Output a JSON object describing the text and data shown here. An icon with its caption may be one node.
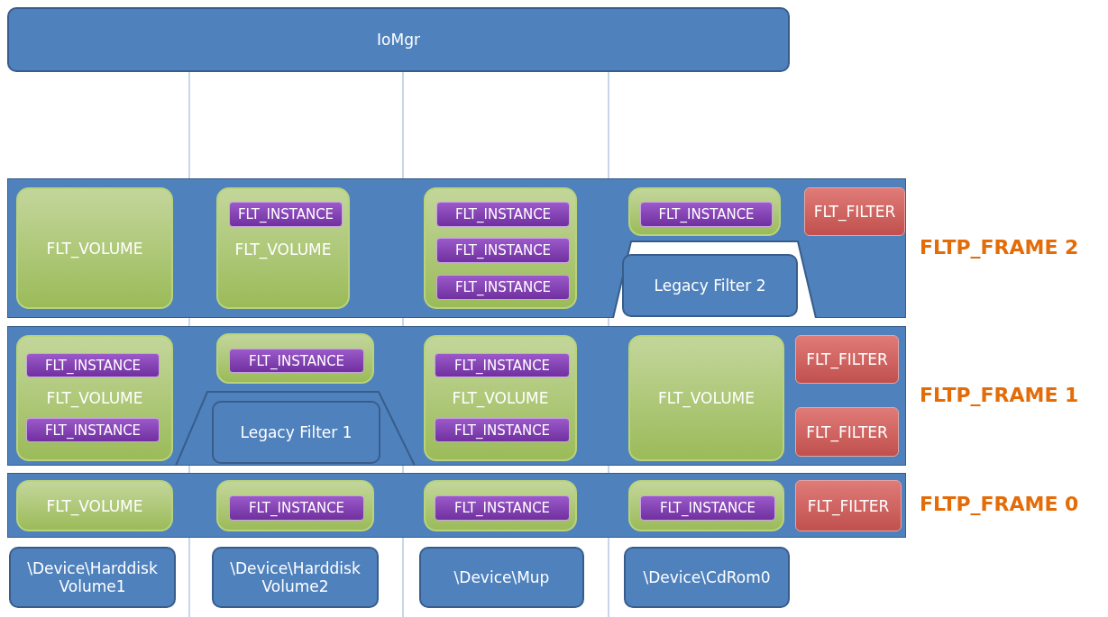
{
  "diagram": {
    "nodes": [
      {
        "text": [
          "IoMgr"
        ]
      },
      {
        "text": [
          "FLTP_FRAME 2"
        ]
      },
      {
        "text": [
          "FLT_VOLUME"
        ],
        "in": 1
      },
      {
        "text": [
          "FLT_VOLUME"
        ],
        "in": 1
      },
      {
        "text": [
          "FLT_INSTANCE"
        ],
        "in": 3
      },
      {
        "text": [],
        "shape": "box",
        "in": 1
      },
      {
        "text": [
          "FLT_INSTANCE"
        ],
        "in": 5
      },
      {
        "text": [
          "FLT_INSTANCE"
        ],
        "in": 5
      },
      {
        "text": [
          "FLT_INSTANCE"
        ],
        "in": 5
      },
      {
        "text": [],
        "shape": "box",
        "in": 1
      },
      {
        "text": [
          "FLT_INSTANCE"
        ],
        "in": 9
      },
      {
        "text": [
          "Legacy Filter 2"
        ],
        "in": 1
      },
      {
        "text": [
          "FLT_FILTER"
        ],
        "in": 1
      },
      {
        "text": [
          "FLTP_FRAME 1"
        ]
      },
      {
        "text": [
          "FLT_VOLUME"
        ],
        "in": 13
      },
      {
        "text": [
          "FLT_INSTANCE"
        ],
        "in": 14
      },
      {
        "text": [
          "FLT_INSTANCE"
        ],
        "in": 14
      },
      {
        "text": [],
        "shape": "box",
        "in": 13
      },
      {
        "text": [
          "FLT_INSTANCE"
        ],
        "in": 17
      },
      {
        "text": [
          "Legacy Filter 1"
        ],
        "in": 13
      },
      {
        "text": [
          "FLT_VOLUME"
        ],
        "in": 13
      },
      {
        "text": [
          "FLT_INSTANCE"
        ],
        "in": 20
      },
      {
        "text": [
          "FLT_INSTANCE"
        ],
        "in": 20
      },
      {
        "text": [
          "FLT_VOLUME"
        ],
        "in": 13
      },
      {
        "text": [
          "FLT_FILTER"
        ],
        "in": 13
      },
      {
        "text": [
          "FLT_FILTER"
        ],
        "in": 13
      },
      {
        "text": [
          "FLTP_FRAME 0"
        ]
      },
      {
        "text": [
          "FLT_VOLUME"
        ],
        "in": 26
      },
      {
        "text": [],
        "shape": "box",
        "in": 26
      },
      {
        "text": [
          "FLT_INSTANCE"
        ],
        "in": 28
      },
      {
        "text": [],
        "shape": "box",
        "in": 26
      },
      {
        "text": [
          "FLT_INSTANCE"
        ],
        "in": 30
      },
      {
        "text": [],
        "shape": "box",
        "in": 26
      },
      {
        "text": [
          "FLT_INSTANCE"
        ],
        "in": 32
      },
      {
        "text": [
          "FLT_FILTER"
        ],
        "in": 26
      },
      {
        "text": [
          "\\Device\\Harddisk Volume1"
        ]
      },
      {
        "text": [
          "\\Device\\Harddisk Volume2"
        ]
      },
      {
        "text": [
          "\\Device\\Mup"
        ]
      },
      {
        "text": [
          "\\Device\\CdRom0"
        ]
      }
    ]
  }
}
